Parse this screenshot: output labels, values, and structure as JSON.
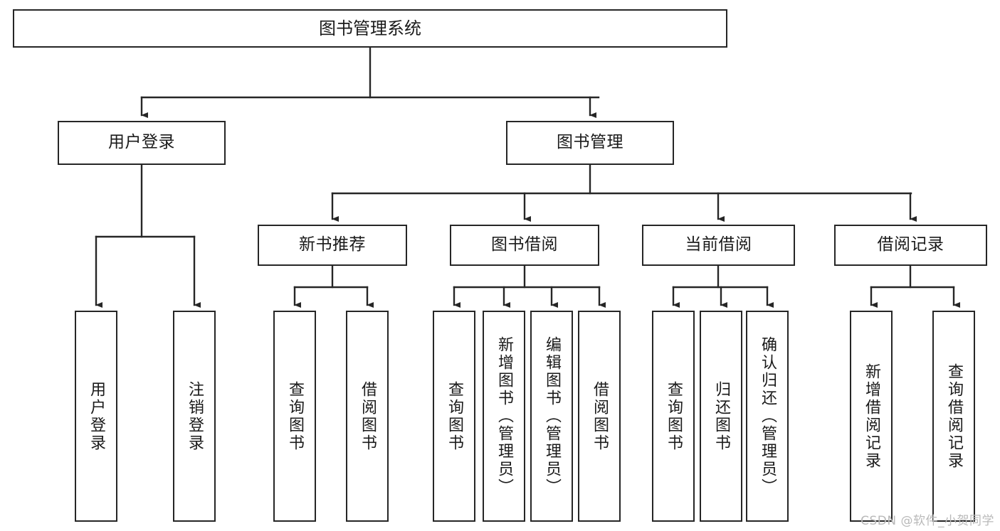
{
  "diagram": {
    "title": "图书管理系统",
    "type": "tree-hierarchy",
    "watermark": "CSDN @软件_小贺同学",
    "colors": {
      "stroke": "#262626",
      "fill": "#ffffff",
      "text": "#1a1a1a",
      "watermark": "#b9b9b9"
    },
    "nodes": {
      "root": {
        "label": "图书管理系统",
        "level": 0,
        "orientation": "horizontal"
      },
      "user_login": {
        "label": "用户登录",
        "level": 1,
        "orientation": "horizontal"
      },
      "book_manage": {
        "label": "图书管理",
        "level": 1,
        "orientation": "horizontal"
      },
      "new_book_rec": {
        "label": "新书推荐",
        "level": 2,
        "orientation": "horizontal"
      },
      "book_borrow": {
        "label": "图书借阅",
        "level": 2,
        "orientation": "horizontal"
      },
      "current_borrow": {
        "label": "当前借阅",
        "level": 2,
        "orientation": "horizontal"
      },
      "borrow_record": {
        "label": "借阅记录",
        "level": 2,
        "orientation": "horizontal"
      },
      "leaf_user_login": {
        "label": "用户登录",
        "level": 3,
        "orientation": "vertical"
      },
      "leaf_logout": {
        "label": "注销登录",
        "level": 3,
        "orientation": "vertical"
      },
      "leaf_query_book_a": {
        "label": "查询图书",
        "level": 3,
        "orientation": "vertical"
      },
      "leaf_borrow_book_a": {
        "label": "借阅图书",
        "level": 3,
        "orientation": "vertical"
      },
      "leaf_query_book_b": {
        "label": "查询图书",
        "level": 3,
        "orientation": "vertical"
      },
      "leaf_add_book": {
        "label": "新增图书（管理员）",
        "level": 3,
        "orientation": "vertical"
      },
      "leaf_edit_book": {
        "label": "编辑图书（管理员）",
        "level": 3,
        "orientation": "vertical"
      },
      "leaf_borrow_book_b": {
        "label": "借阅图书",
        "level": 3,
        "orientation": "vertical"
      },
      "leaf_query_book_c": {
        "label": "查询图书",
        "level": 3,
        "orientation": "vertical"
      },
      "leaf_return_book": {
        "label": "归还图书",
        "level": 3,
        "orientation": "vertical"
      },
      "leaf_confirm_return": {
        "label": "确认归还（管理员）",
        "level": 3,
        "orientation": "vertical"
      },
      "leaf_add_record": {
        "label": "新增借阅记录",
        "level": 3,
        "orientation": "vertical"
      },
      "leaf_query_record": {
        "label": "查询借阅记录",
        "level": 3,
        "orientation": "vertical"
      }
    },
    "edges": [
      {
        "from": "root",
        "to": "user_login"
      },
      {
        "from": "root",
        "to": "book_manage"
      },
      {
        "from": "user_login",
        "to": "leaf_user_login"
      },
      {
        "from": "user_login",
        "to": "leaf_logout"
      },
      {
        "from": "book_manage",
        "to": "new_book_rec"
      },
      {
        "from": "book_manage",
        "to": "book_borrow"
      },
      {
        "from": "book_manage",
        "to": "current_borrow"
      },
      {
        "from": "book_manage",
        "to": "borrow_record"
      },
      {
        "from": "new_book_rec",
        "to": "leaf_query_book_a"
      },
      {
        "from": "new_book_rec",
        "to": "leaf_borrow_book_a"
      },
      {
        "from": "book_borrow",
        "to": "leaf_query_book_b"
      },
      {
        "from": "book_borrow",
        "to": "leaf_add_book"
      },
      {
        "from": "book_borrow",
        "to": "leaf_edit_book"
      },
      {
        "from": "book_borrow",
        "to": "leaf_borrow_book_b"
      },
      {
        "from": "current_borrow",
        "to": "leaf_query_book_c"
      },
      {
        "from": "current_borrow",
        "to": "leaf_return_book"
      },
      {
        "from": "current_borrow",
        "to": "leaf_confirm_return"
      },
      {
        "from": "borrow_record",
        "to": "leaf_add_record"
      },
      {
        "from": "borrow_record",
        "to": "leaf_query_record"
      }
    ]
  }
}
